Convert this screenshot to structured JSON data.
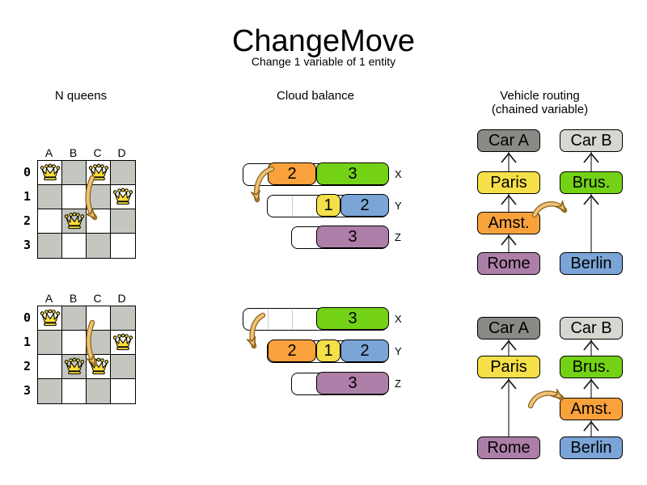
{
  "title": "ChangeMove",
  "subtitle": "Change 1 variable of 1 entity",
  "nqueens": {
    "heading": "N queens",
    "columns": [
      "A",
      "B",
      "C",
      "D"
    ],
    "rows": [
      "0",
      "1",
      "2",
      "3"
    ],
    "before": {
      "queens": [
        "A0",
        "C0",
        "D1",
        "B2"
      ],
      "move_from": "C0",
      "move_to": "C2"
    },
    "after": {
      "queens": [
        "A0",
        "D1",
        "B2",
        "C2"
      ]
    }
  },
  "cloud": {
    "heading": "Cloud balance",
    "before": [
      {
        "label": "X",
        "capacity": 6,
        "free_units": 1,
        "blocks": [
          {
            "value": "2",
            "color": "orange",
            "units": 2
          },
          {
            "value": "3",
            "color": "green",
            "units": 3
          }
        ]
      },
      {
        "label": "Y",
        "capacity": 5,
        "free_units": 2,
        "blocks": [
          {
            "value": "1",
            "color": "yellow",
            "units": 1
          },
          {
            "value": "2",
            "color": "blue",
            "units": 2
          }
        ]
      },
      {
        "label": "Z",
        "capacity": 4,
        "free_units": 1,
        "blocks": [
          {
            "value": "3",
            "color": "purple",
            "units": 3
          }
        ]
      }
    ],
    "after": [
      {
        "label": "X",
        "capacity": 6,
        "free_units": 3,
        "blocks": [
          {
            "value": "3",
            "color": "green",
            "units": 3
          }
        ]
      },
      {
        "label": "Y",
        "capacity": 5,
        "free_units": 0,
        "blocks": [
          {
            "value": "2",
            "color": "orange",
            "units": 2
          },
          {
            "value": "1",
            "color": "yellow",
            "units": 1
          },
          {
            "value": "2",
            "color": "blue",
            "units": 2
          }
        ]
      },
      {
        "label": "Z",
        "capacity": 4,
        "free_units": 1,
        "blocks": [
          {
            "value": "3",
            "color": "purple",
            "units": 3
          }
        ]
      }
    ],
    "moved_block": "2 (orange) from X to Y"
  },
  "vrp": {
    "heading1": "Vehicle routing",
    "heading2": "(chained variable)",
    "labels": {
      "carA": "Car A",
      "carB": "Car B",
      "paris": "Paris",
      "brus": "Brus.",
      "amst": "Amst.",
      "rome": "Rome",
      "berlin": "Berlin"
    },
    "before": {
      "carA_chain": [
        "Rome",
        "Amst.",
        "Paris"
      ],
      "carB_chain": [
        "Berlin",
        "Brus."
      ]
    },
    "after": {
      "carA_chain": [
        "Rome",
        "Paris"
      ],
      "carB_chain": [
        "Berlin",
        "Amst.",
        "Brus."
      ]
    }
  },
  "colors": {
    "orange": "#f9a23c",
    "green": "#73d216",
    "yellow": "#f5e04a",
    "blue": "#7aa5d6",
    "purple": "#ad7fa8",
    "car_a_gray": "#888a85",
    "car_b_gray": "#d4d8d0",
    "board_gray": "#c3c7bf",
    "move_arrow_fill": "#f0c177",
    "move_arrow_outline": "#8a651c"
  }
}
